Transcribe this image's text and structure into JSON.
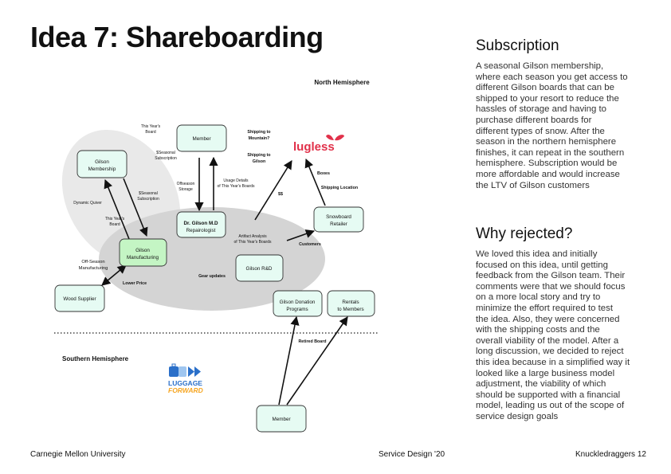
{
  "title": "Idea 7: Shareboarding",
  "diagram": {
    "north_hemisphere": "North Hemisphere",
    "south_hemisphere": "Southern Hemisphere",
    "nodes": {
      "member_top": "Member",
      "gilson_membership": [
        "Gilson",
        "Membership"
      ],
      "dr_gilson": [
        "Dr. Gilson M.D",
        "Repairologist"
      ],
      "gilson_manufacturing": [
        "Gilson",
        "Manufacturing"
      ],
      "snowboard_retailer": [
        "Snowboard",
        "Retailer"
      ],
      "gilson_rd": "Gilson R&D",
      "wood_supplier": "Wood Supplier",
      "donation_programs": [
        "Gilson Donation",
        "Programs"
      ],
      "rentals": [
        "Rentals",
        "to Members"
      ],
      "member_bottom": "Member"
    },
    "labels": {
      "this_years_board_top": [
        "This Year's",
        "Board"
      ],
      "seasonal_subscription_top": [
        "$Seasonal",
        "Subscription"
      ],
      "offseason_storage": [
        "Offseason",
        "Storage"
      ],
      "usage_details": [
        "Usage Details",
        "of This Year's Boards"
      ],
      "shipping_mountain": [
        "Shipping to",
        "Mountain?"
      ],
      "shipping_gilson": [
        "Shipping to",
        "Gilson"
      ],
      "dollars": "$$",
      "boxes": "Boxes",
      "shipping_location": "Shipping Location",
      "dynamic_quiver": "Dynamic Quiver",
      "seasonal_subscription_left": [
        "$Seasonal",
        "Subscription"
      ],
      "this_years_board_left": [
        "This Year's",
        "Board"
      ],
      "artifact_analysis": [
        "Artifact Analysis",
        "of This Year's Boards"
      ],
      "customers": "Customers",
      "off_season_manufacturing": [
        "Off-Season",
        "Manufacturing"
      ],
      "lower_price": "Lower Price",
      "gear_updates": "Gear updates",
      "retired_board": "Retired Board"
    },
    "logos": {
      "lugless": "lugless",
      "luggage_forward": [
        "LUGGAGE",
        "FORWARD"
      ]
    },
    "colors": {
      "node_fill": "#e6fbf3",
      "node_highlight": "#c4f5c4",
      "ellipse_fill": "#d4d4d4",
      "ellipse_light": "#e9e9e9",
      "lugless_red": "#e1314a",
      "luggage_blue": "#2a6fc9",
      "luggage_orange": "#f6a623"
    }
  },
  "subscription": {
    "heading": "Subscription",
    "lines": [
      "A seasonal Gilson membership,",
      "where each season you get access to",
      "different Gilson boards that can be",
      "shipped to your resort to reduce the",
      "hassles of storage and having to",
      "purchase different boards for",
      "different types of snow. After the",
      "season in the northern hemisphere",
      "finishes, it can repeat in the southern",
      "hemisphere. Subscription would be",
      "more affordable and would increase",
      "the LTV of Gilson customers"
    ]
  },
  "rejected": {
    "heading": "Why rejected?",
    "lines": [
      "We loved this idea  and initially",
      "focused on this idea, until getting",
      "feedback from the Gilson team. Their",
      "comments were that we should focus",
      "on a more  local story and try to",
      "minimize the effort required to test",
      "the idea. Also, they were concerned",
      "with the shipping costs and the",
      "overall viability of the model. After a",
      "long discussion, we decided to reject",
      "this idea because in a simplified way it",
      "looked like a large business model",
      "adjustment, the viability of which",
      "should be supported with a financial",
      "model, leading us out of the scope of",
      "service design goals"
    ]
  },
  "footer": {
    "left": "Carnegie Mellon University",
    "center": "Service Design '20",
    "right": "Knuckledraggers 12"
  }
}
